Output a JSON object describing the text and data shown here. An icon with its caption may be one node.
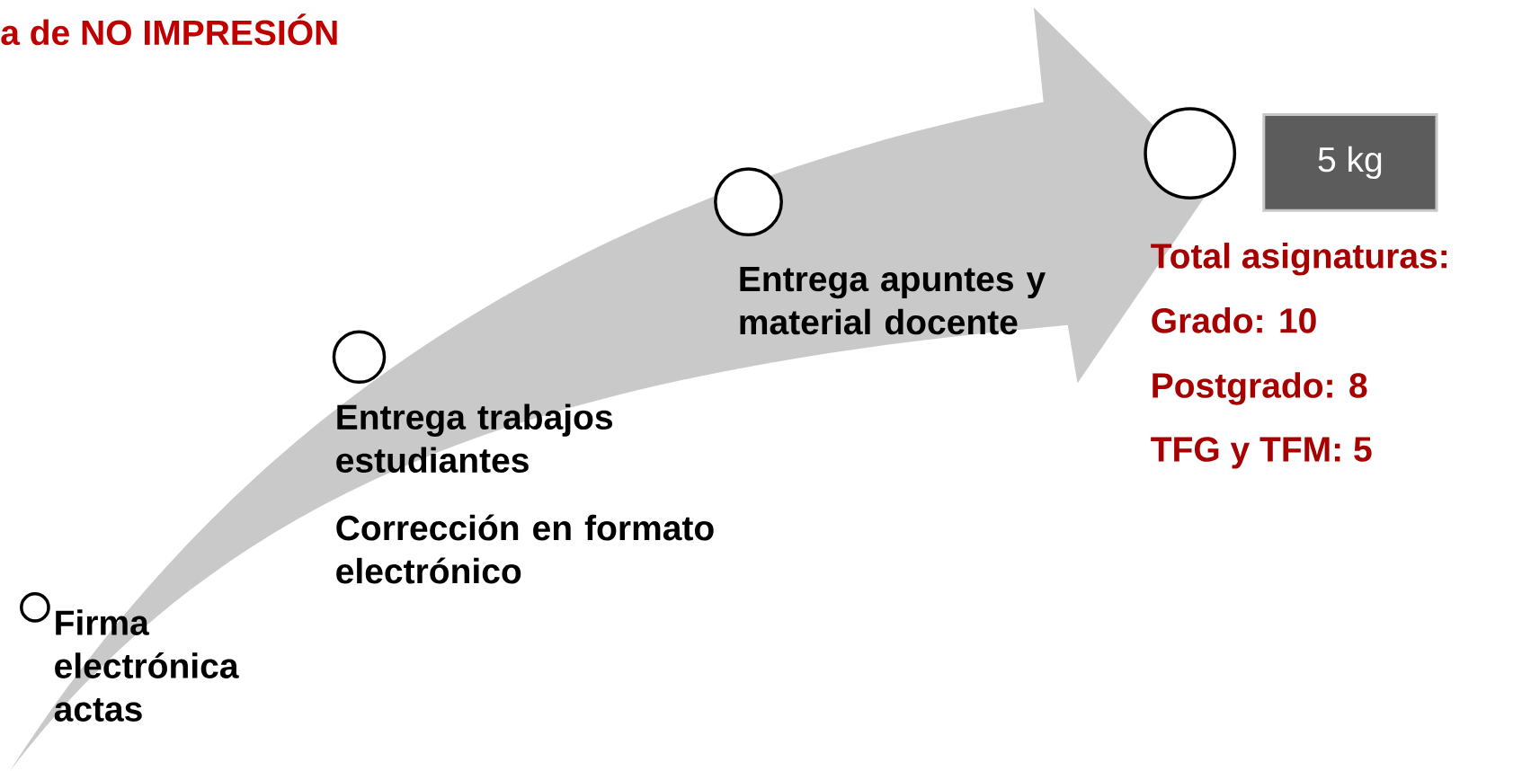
{
  "diagram": {
    "title": "a de NO IMPRESIÓN",
    "nodes": [
      {
        "text": [],
        "shape": "circle",
        "beside": [
          "Firma electrónica actas"
        ]
      },
      {
        "text": [],
        "shape": "circle",
        "beside": [
          "Entrega trabajos estudiantes",
          "Corrección en formato electrónico"
        ]
      },
      {
        "text": [],
        "shape": "circle",
        "beside": [
          "Entrega apuntes y material docente"
        ]
      },
      {
        "text": [],
        "shape": "circle"
      },
      {
        "text": [
          "5 kg"
        ]
      }
    ],
    "labels": [
      "Total asignaturas:",
      "Grado: 10",
      "Postgrado: 8",
      "TFG y TFM: 5"
    ]
  }
}
